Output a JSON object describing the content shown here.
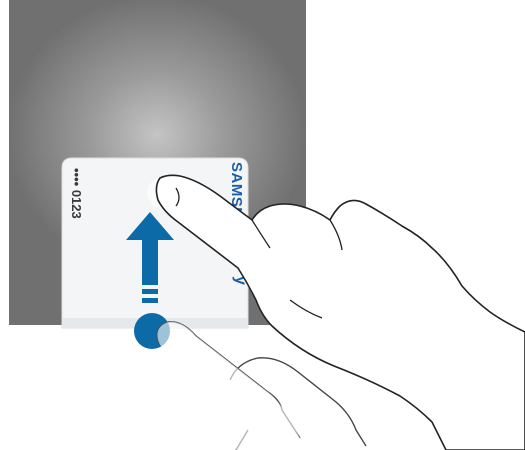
{
  "card": {
    "number_masked": "•••• 0123",
    "brand": "SAMSUNG",
    "brand_suffix": "y"
  },
  "colors": {
    "screen_gradient_center": "#c4c4c4",
    "screen_gradient_edge": "#707070",
    "card_background": "#f3f5f7",
    "brand_blue": "#1c5fa8",
    "arrow_blue": "#0c6aa6",
    "hand_outline": "#222222"
  },
  "icons": {
    "arrow": "swipe-up-arrow-icon",
    "touch": "touch-point-icon",
    "hand": "pointing-hand-icon"
  }
}
